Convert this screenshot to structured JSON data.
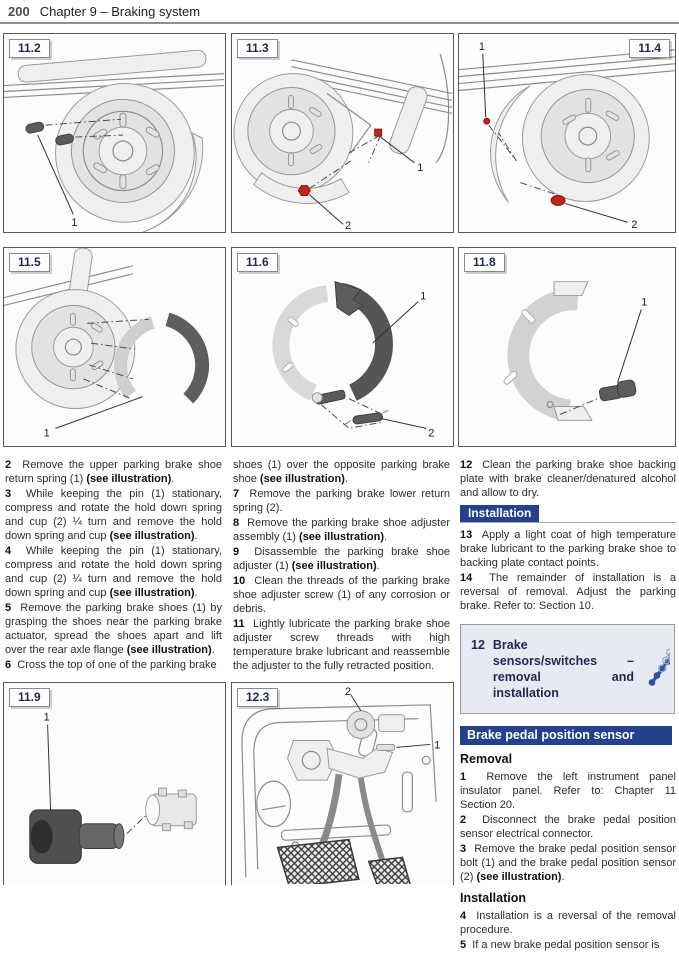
{
  "header": {
    "page_number": "200",
    "chapter_title": "Chapter 9 – Braking system"
  },
  "figures": {
    "f112": {
      "label": "11.2",
      "c1": "1"
    },
    "f113": {
      "label": "11.3",
      "c1": "1",
      "c2": "2"
    },
    "f114": {
      "label": "11.4",
      "c1": "1",
      "c2": "2"
    },
    "f115": {
      "label": "11.5",
      "c1": "1"
    },
    "f116": {
      "label": "11.6",
      "c1": "1",
      "c2": "2"
    },
    "f118": {
      "label": "11.8",
      "c1": "1"
    },
    "f119": {
      "label": "11.9",
      "c1": "1"
    },
    "f123": {
      "label": "12.3",
      "c1": "1",
      "c2": "2"
    }
  },
  "col1": {
    "paras": [
      {
        "n": "2",
        "t": "Remove the upper parking brake shoe return spring (1) ",
        "b": "(see illustration)",
        "tail": "."
      },
      {
        "n": "3",
        "t": "While keeping the pin (1) stationary, compress and rotate the hold down spring and cup (2) ¼ turn and remove the hold down spring and cup ",
        "b": "(see illustration)",
        "tail": "."
      },
      {
        "n": "4",
        "t": "While keeping the pin (1) stationary, compress and rotate the hold down spring and cup (2) ¼ turn and remove the hold down spring and cup ",
        "b": "(see illustration)",
        "tail": "."
      },
      {
        "n": "5",
        "t": "Remove the parking brake shoes (1) by grasping the shoes near the parking brake actuator, spread the shoes apart and lift over the rear axle flange ",
        "b": "(see illustration)",
        "tail": "."
      },
      {
        "n": "6",
        "t": "Cross the top of one of the parking brake"
      }
    ]
  },
  "col2": {
    "paras": [
      {
        "t": "shoes (1) over the opposite parking brake shoe ",
        "b": "(see illustration)",
        "tail": "."
      },
      {
        "n": "7",
        "t": "Remove the parking brake lower return spring (2)."
      },
      {
        "n": "8",
        "t": "Remove the parking brake shoe adjuster assembly (1) ",
        "b": "(see illustration)",
        "tail": "."
      },
      {
        "n": "9",
        "t": "Disassemble the parking brake shoe adjuster (1) ",
        "b": "(see illustration)",
        "tail": "."
      },
      {
        "n": "10",
        "t": "Clean the threads of the parking brake shoe adjuster screw (1) of any corrosion or debris."
      },
      {
        "n": "11",
        "t": "Lightly lubricate the parking brake shoe adjuster screw threads with high temperature brake lubricant and reassemble the adjuster to the fully retracted position."
      }
    ]
  },
  "col3": {
    "para12": {
      "n": "12",
      "t": "Clean the parking brake shoe backing plate with brake cleaner/denatured alcohol and allow to dry."
    },
    "installation_heading": "Installation",
    "para13": {
      "n": "13",
      "t": "Apply a light coat of high temperature brake lubricant to the parking brake shoe to backing plate contact points."
    },
    "para14": {
      "n": "14",
      "t": "The remainder of installation is a reversal of removal. Adjust the parking brake. Refer to: Section 10."
    },
    "section_box": {
      "number": "12",
      "title": "Brake sensors/switches – removal and installation",
      "icon": "wrench-icons"
    },
    "subsection_heading": "Brake pedal position sensor",
    "removal_heading": "Removal",
    "removal_paras": [
      {
        "n": "1",
        "t": "Remove the left instrument panel insulator panel. Refer to: Chapter 11 Section 20."
      },
      {
        "n": "2",
        "t": "Disconnect the brake pedal position sensor electrical connector."
      },
      {
        "n": "3",
        "t": "Remove the brake pedal position sensor bolt (1) and the brake pedal position sensor (2) ",
        "b": "(see illustration)",
        "tail": "."
      }
    ],
    "installation_subheading": "Installation",
    "installation_paras": [
      {
        "n": "4",
        "t": "Installation is a reversal of the removal procedure."
      },
      {
        "n": "5",
        "t": "If a new brake pedal position sensor is"
      }
    ]
  },
  "colors": {
    "accent_navy": "#24418e",
    "section_box_bg": "#e7eaf2",
    "red_marker": "#c2241e"
  }
}
